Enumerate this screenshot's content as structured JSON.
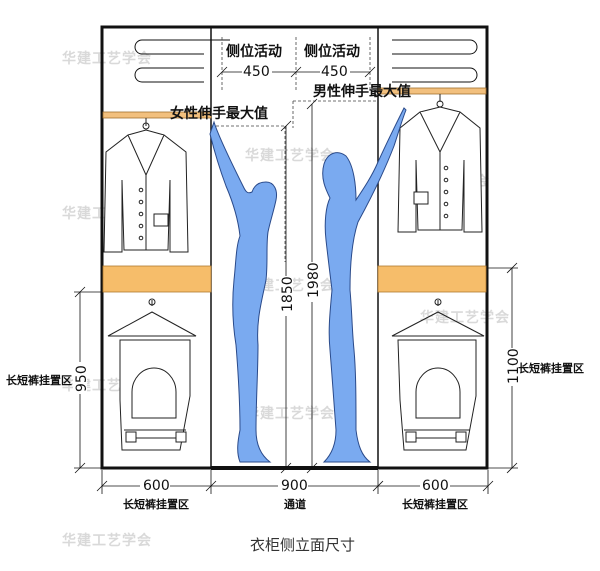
{
  "colors": {
    "figure_blue": "#7aaaf0",
    "rail_orange": "#f2c07e",
    "shelf_orange": "#f6bd6a",
    "line": "#111111",
    "watermark": "#d9d9d9"
  },
  "labels": {
    "side_activity_left": "侧位活动",
    "side_activity_right": "侧位活动",
    "female_reach": "女性伸手最大值",
    "male_reach": "男性伸手最大值",
    "hang_zone_left": "长短裤挂置区",
    "hang_zone_right": "长短裤挂置区",
    "bottom_left": "长短裤挂置区",
    "bottom_mid": "通道",
    "bottom_right": "长短裤挂置区",
    "caption": "衣柜侧立面尺寸",
    "watermark": "华建工艺学会"
  },
  "dimensions": {
    "side_left": "450",
    "side_right": "450",
    "female_height": "1850",
    "male_height": "1980",
    "left_hang": "950",
    "right_hang": "1100",
    "bottom_left": "600",
    "bottom_mid": "900",
    "bottom_right": "600"
  },
  "icons": [
    "coat-icon",
    "hanger-icon",
    "trousers-icon",
    "female-figure-icon",
    "male-figure-icon"
  ]
}
